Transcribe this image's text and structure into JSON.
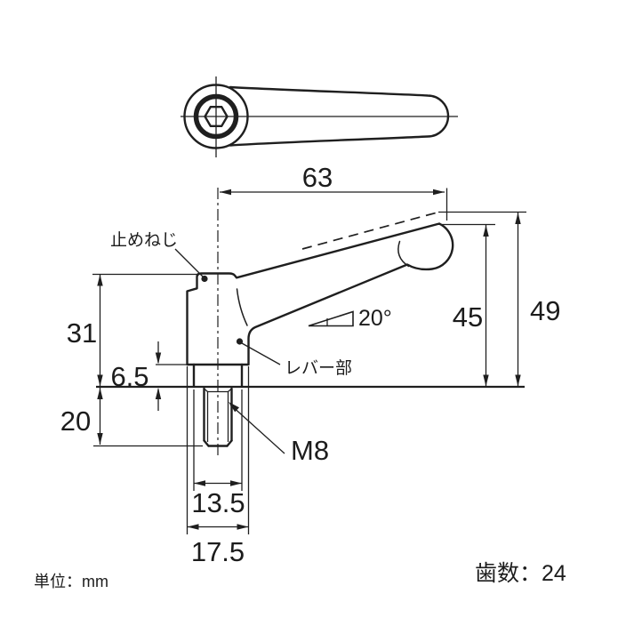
{
  "drawing": {
    "background": "#ffffff",
    "line_color": "#1f1f1f",
    "notes": {
      "unit": "単位：mm",
      "teeth": "歯数：24"
    },
    "labels": {
      "set_screw": "止めねじ",
      "lever_part": "レバー部",
      "thread_size": "M8",
      "lever_angle": "20°"
    },
    "dimensions": {
      "overall_length": "63",
      "height_to_lever": "45",
      "overall_height": "49",
      "body_height": "31",
      "boss_height": "6.5",
      "stud_length": "20",
      "boss_width": "13.5",
      "base_width": "17.5"
    }
  }
}
